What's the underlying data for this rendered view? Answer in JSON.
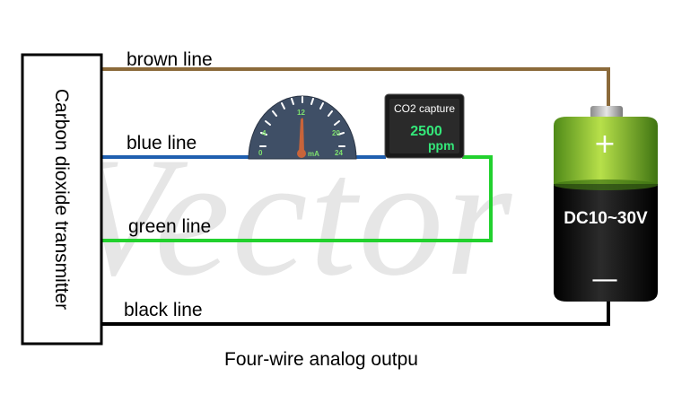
{
  "watermark": "Vector",
  "transmitter": {
    "label": "Carbon dioxide transmitter"
  },
  "wires": {
    "brown": {
      "label": "brown line",
      "color": "#8b6a3a"
    },
    "blue": {
      "label": "blue line",
      "color": "#1f5fb0"
    },
    "green": {
      "label": "green line",
      "color": "#22d12e"
    },
    "black": {
      "label": "black line",
      "color": "#000000"
    }
  },
  "ammeter": {
    "ticks": [
      "0",
      "4",
      "12",
      "20",
      "24"
    ],
    "unit": "mA",
    "face_color": "#3f4f66",
    "needle_color": "#c8643a"
  },
  "display": {
    "title": "CO2 capture",
    "value": "2500",
    "unit": "ppm"
  },
  "battery": {
    "plus": "+",
    "minus": "—",
    "voltage": "DC10~30V",
    "top_color": "#9bd13a",
    "body_color": "#111111"
  },
  "caption": "Four-wire analog outpu"
}
